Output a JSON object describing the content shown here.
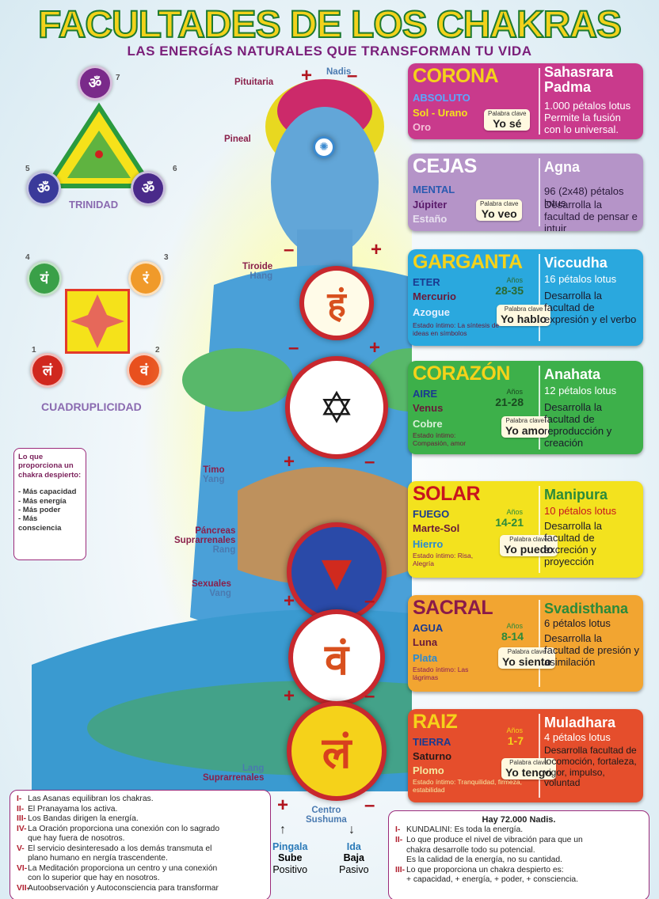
{
  "title": "FACULTADES DE LOS CHAKRAS",
  "subtitle": "LAS ENERGÍAS NATURALES QUE TRANSFORMAN TU VIDA",
  "trinidad": {
    "label": "TRINIDAD",
    "n7": "7",
    "n5": "5",
    "n6": "6"
  },
  "cuadruplicidad": {
    "label": "CUADRUPLICIDAD",
    "n4": "4",
    "n3": "3",
    "n1": "1",
    "n2": "2"
  },
  "lo_que": {
    "title": "Lo que proporciona un chakra despierto:",
    "items": [
      "- Más capacidad",
      "- Más energía",
      "- Más poder",
      "- Más consciencia"
    ]
  },
  "body_labels": {
    "nadis": "Nadis",
    "pituitaria": "Pituitaria",
    "pineal": "Pineal",
    "tiroide": "Tiroide",
    "tiroide_s": "Hang",
    "timo": "Timo",
    "timo_s": "Yang",
    "pancreas": "Páncreas",
    "pancreas2": "Suprarrenales",
    "pancreas_s": "Rang",
    "sexuales": "Sexuales",
    "sexuales_s": "Vang",
    "lang": "Lang",
    "lang2": "Suprarrenales",
    "centro": "Centro",
    "sushuma": "Sushuma",
    "pingala": "Pingala",
    "sube": "Sube",
    "positivo": "Positivo",
    "ida": "Ida",
    "baja": "Baja",
    "pasivo": "Pasivo",
    "plus": "+",
    "minus": "–"
  },
  "cards": [
    {
      "name": "CORONA",
      "element": "ABSOLUTO",
      "planet": "Sol - Urano",
      "metal": "Oro",
      "years_label": "",
      "years": "",
      "kw_label": "Palabra clave",
      "kw": "Yo sé",
      "estado": "",
      "sanskrit": "Sahasrara Padma",
      "petals": "1.000 pétalos lotus",
      "desc": "Permite la fusión con lo universal.",
      "bg": "#c93a8c"
    },
    {
      "name": "CEJAS",
      "element": "MENTAL",
      "planet": "Júpiter",
      "metal": "Estaño",
      "years_label": "",
      "years": "",
      "kw_label": "Palabra clave",
      "kw": "Yo veo",
      "estado": "",
      "sanskrit": "Agna",
      "petals": "96 (2x48) pétalos lotus",
      "desc": "Desarrolla la facultad de pensar e intuir",
      "bg": "#b594c8"
    },
    {
      "name": "GARGANTA",
      "element": "ETER",
      "planet": "Mercurio",
      "metal": "Azogue",
      "years_label": "Años",
      "years": "28-35",
      "kw_label": "Palabra clave",
      "kw": "Yo hablo",
      "estado": "Estado íntimo: La síntesis de ideas en símbolos",
      "sanskrit": "Viccudha",
      "petals": "16 pétalos lotus",
      "desc": "Desarrolla la facultad de expresión y el verbo",
      "bg": "#2aa8de"
    },
    {
      "name": "CORAZÓN",
      "element": "AIRE",
      "planet": "Venus",
      "metal": "Cobre",
      "years_label": "Años",
      "years": "21-28",
      "kw_label": "Palabra clave",
      "kw": "Yo amo",
      "estado": "Estado íntimo: Compasión, amor",
      "sanskrit": "Anahata",
      "petals": "12 pétalos lotus",
      "desc": "Desarrolla la facultad de reproducción y creación",
      "bg": "#3db04a"
    },
    {
      "name": "SOLAR",
      "element": "FUEGO",
      "planet": "Marte-Sol",
      "metal": "Hierro",
      "years_label": "Años",
      "years": "14-21",
      "kw_label": "Palabra clave",
      "kw": "Yo puedo",
      "estado": "Estado íntimo: Risa, Alegría",
      "sanskrit": "Manipura",
      "petals": "10 pétalos lotus",
      "desc": "Desarrolla la facultad de excreción y proyección",
      "bg": "#f3e21e"
    },
    {
      "name": "SACRAL",
      "element": "AGUA",
      "planet": "Luna",
      "metal": "Plata",
      "years_label": "Años",
      "years": "8-14",
      "kw_label": "Palabra clave",
      "kw": "Yo siento",
      "estado": "Estado íntimo: Las lágrimas",
      "sanskrit": "Svadisthana",
      "petals": "6 pétalos lotus",
      "desc": "Desarrolla la facultad de presión y asimilación",
      "bg": "#f2a531"
    },
    {
      "name": "RAIZ",
      "element": "TIERRA",
      "planet": "Saturno",
      "metal": "Plomo",
      "years_label": "Años",
      "years": "1-7",
      "kw_label": "Palabra clave",
      "kw": "Yo tengo",
      "estado": "Estado íntimo: Tranquilidad, firmeza, estabilidad",
      "sanskrit": "Muladhara",
      "petals": "4 pétalos lotus",
      "desc": "Desarrolla facultad de locomoción, fortaleza, vigor, impulso, voluntad",
      "bg": "#e54e2c"
    }
  ],
  "bottom_left": [
    {
      "n": "I-",
      "t": "Las Asanas equilibran los chakras."
    },
    {
      "n": "II-",
      "t": "El Pranayama los activa."
    },
    {
      "n": "III-",
      "t": "Los Bandas dirigen la energía."
    },
    {
      "n": "IV-",
      "t": "La Oración proporciona una conexión con lo sagrado"
    },
    {
      "n": "",
      "t": "que hay fuera de nosotros."
    },
    {
      "n": "V-",
      "t": "El servicio desinteresado a los demás transmuta el"
    },
    {
      "n": "",
      "t": "plano humano en nergía trascendente."
    },
    {
      "n": "VI-",
      "t": "La Meditación proporciona un centro y una conexión"
    },
    {
      "n": "",
      "t": "con lo superior que hay en nosotros."
    },
    {
      "n": "VII-",
      "t": "Autoobservación y Autoconsciencia para transformar"
    }
  ],
  "bottom_right": {
    "title": "Hay 72.000 Nadis.",
    "lines": [
      {
        "n": "I-",
        "t": "KUNDALINI: Es toda la energía."
      },
      {
        "n": "II-",
        "t": "Lo que produce el nivel de vibración para que un"
      },
      {
        "n": "",
        "t": "chakra desarrolle todo su potencial."
      },
      {
        "n": "",
        "t": "Es la calidad de la energía, no su cantidad."
      },
      {
        "n": "III-",
        "t": "Lo que proporciona un chakra despierto es:"
      },
      {
        "n": "",
        "t": "+ capacidad, + energía, + poder, + consciencia."
      }
    ]
  },
  "colors": {
    "crown": "#8a2a8e",
    "brow": "#4a2a8e",
    "throat": "#1e6fc0",
    "heart": "#2a8a3e",
    "solar": "#e9c21a",
    "sacral": "#ef8a1e",
    "root": "#c8201e"
  }
}
